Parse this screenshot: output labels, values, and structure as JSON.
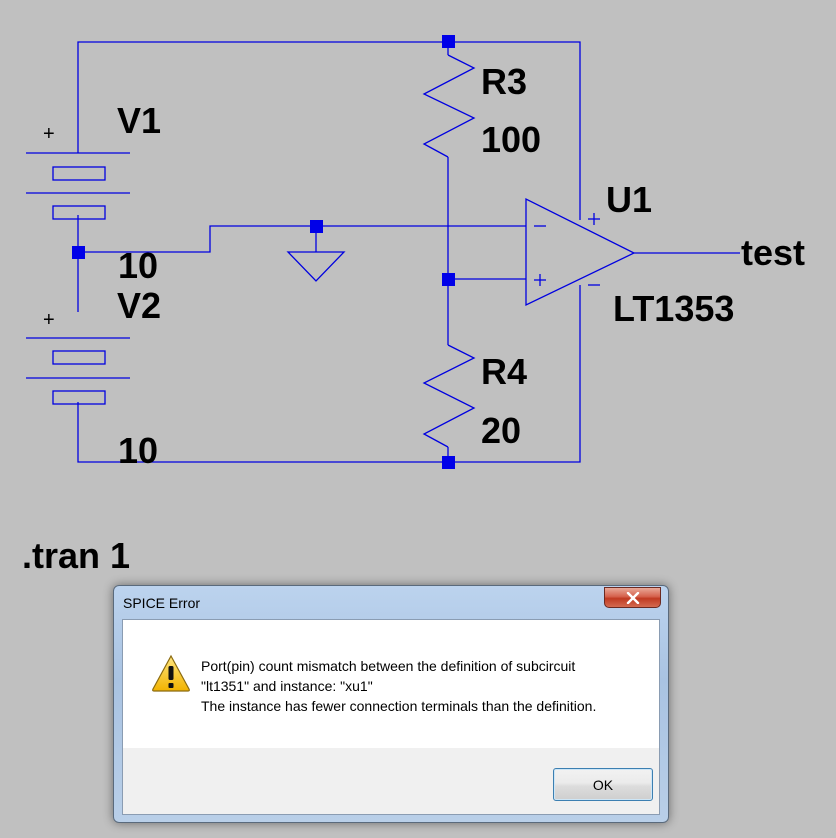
{
  "schematic": {
    "components": {
      "v1": {
        "name": "V1",
        "value": "10"
      },
      "v2": {
        "name": "V2",
        "value": "10"
      },
      "r3": {
        "name": "R3",
        "value": "100"
      },
      "r4": {
        "name": "R4",
        "value": "20"
      },
      "u1": {
        "name": "U1",
        "model": "LT1353"
      }
    },
    "net_label": "test",
    "directive": ".tran 1",
    "plus_sign": "+",
    "minus_sign": "−",
    "wire_color": "#0000e0",
    "background_color": "#c0c0c0"
  },
  "dialog": {
    "title": "SPICE Error",
    "icon": "warning-icon",
    "message_lines": [
      "Port(pin) count mismatch between the definition of subcircuit",
      "\"lt1351\" and instance: \"xu1\"",
      "The instance has fewer connection terminals than the definition."
    ],
    "ok_label": "OK",
    "close_icon": "close-icon"
  }
}
